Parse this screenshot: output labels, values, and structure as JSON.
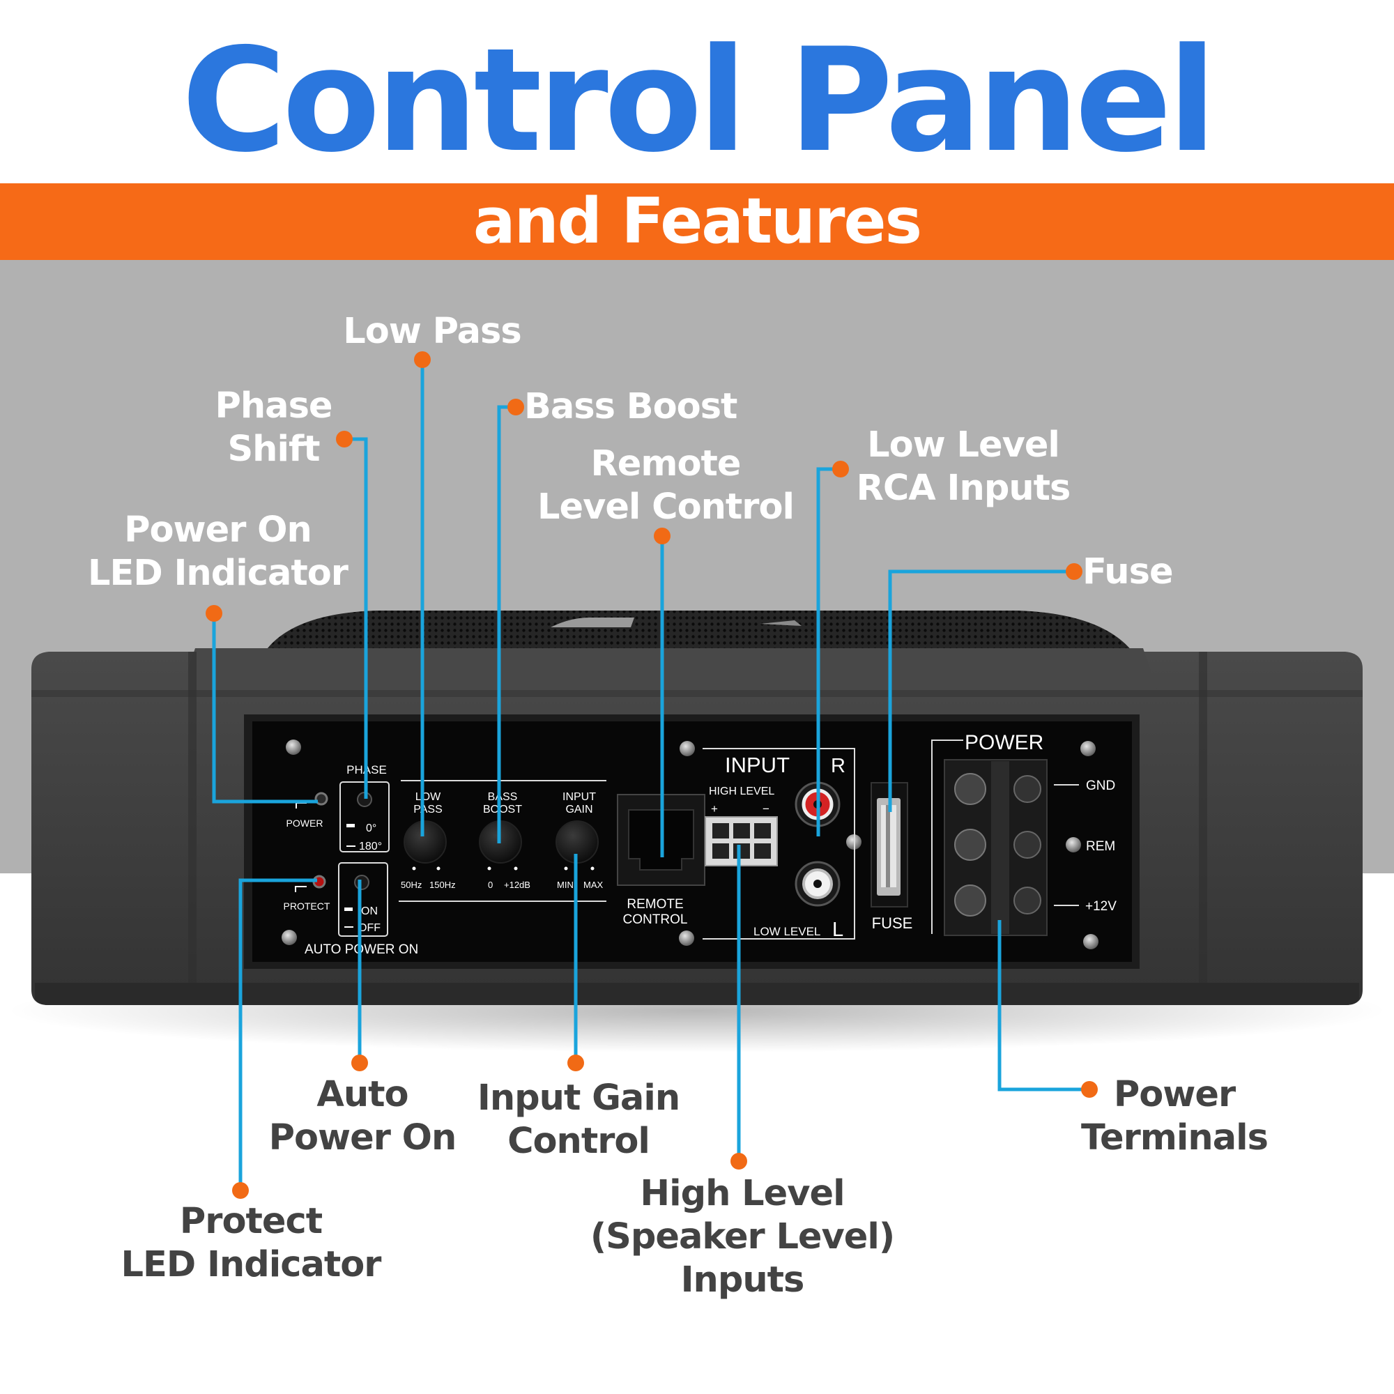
{
  "header": {
    "title": "Control Panel",
    "subtitle": "and Features"
  },
  "callouts": {
    "low_pass": [
      "Low Pass"
    ],
    "phase_shift": [
      "Phase",
      "Shift"
    ],
    "bass_boost": [
      "Bass Boost"
    ],
    "remote_level": [
      "Remote",
      "Level Control"
    ],
    "low_level_rca": [
      "Low Level",
      "RCA Inputs"
    ],
    "fuse": [
      "Fuse"
    ],
    "power_on_led": [
      "Power On",
      "LED Indicator"
    ],
    "auto_power_on": [
      "Auto",
      "Power On"
    ],
    "input_gain": [
      "Input Gain",
      "Control"
    ],
    "power_terminals": [
      "Power",
      "Terminals"
    ],
    "protect_led": [
      "Protect",
      "LED Indicator"
    ],
    "high_level": [
      "High Level",
      "(Speaker Level)",
      "Inputs"
    ]
  },
  "panel": {
    "phase": "PHASE",
    "phase_0": "0°",
    "phase_180": "180°",
    "power_led": "POWER",
    "protect_led": "PROTECT",
    "auto_on": "ON",
    "auto_off": "OFF",
    "auto_power_on": "AUTO POWER ON",
    "low_pass": [
      "LOW",
      "PASS"
    ],
    "low_pass_scale": [
      "50Hz",
      "150Hz"
    ],
    "bass_boost": [
      "BASS",
      "BOOST"
    ],
    "bass_boost_scale": [
      "0",
      "+12dB"
    ],
    "input_gain": [
      "INPUT",
      "GAIN"
    ],
    "input_gain_scale": [
      "MIN",
      "MAX"
    ],
    "remote_control": [
      "REMOTE",
      "CONTROL"
    ],
    "input": "INPUT",
    "high_level": "HIGH LEVEL",
    "plus": "+",
    "minus": "−",
    "rca_right": "R",
    "rca_left": "L",
    "low_level": "LOW LEVEL",
    "fuse": "FUSE",
    "power": "POWER",
    "gnd": "GND",
    "rem": "REM",
    "plus12v": "+12V"
  },
  "colors": {
    "title_blue": "#2b77de",
    "band_orange": "#f66a17",
    "leader_blue": "#1aa4dc",
    "dot_orange": "#f16a15",
    "panel_black": "#070707",
    "housing_gray": "#3d3d3d"
  }
}
